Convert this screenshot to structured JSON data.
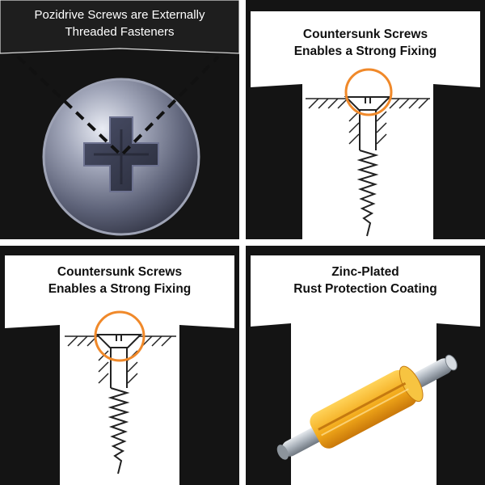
{
  "panels": [
    {
      "id": "pozidrive",
      "banner": {
        "line1": "Pozidrive Screws are Externally",
        "line2": "Threaded Fasteners"
      },
      "illustration": "pozidrive-screw-head-icon"
    },
    {
      "id": "countersunk-1",
      "banner": {
        "line1": "Countersunk Screws",
        "line2": "Enables a Strong Fixing"
      },
      "illustration": "countersunk-screw-diagram-icon"
    },
    {
      "id": "countersunk-2",
      "banner": {
        "line1": "Countersunk Screws",
        "line2": "Enables a Strong Fixing"
      },
      "illustration": "countersunk-screw-diagram-icon"
    },
    {
      "id": "zinc",
      "banner": {
        "line1": "Zinc-Plated",
        "line2": "Rust Protection Coating"
      },
      "illustration": "zinc-plated-tube-icon"
    }
  ],
  "colors": {
    "panel_bg": "#141414",
    "banner_light": "#ffffff",
    "banner_dark": "#1a1a1a",
    "highlight_ring": "#f0892a",
    "zinc_yellow": "#f2b21e",
    "steel": "#b8c0c8"
  }
}
